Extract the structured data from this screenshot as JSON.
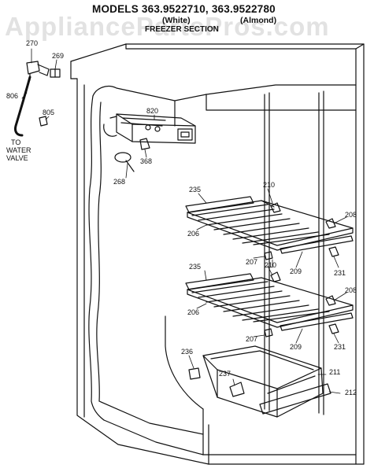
{
  "header": {
    "models": "MODELS 363.9522710, 363.9522780",
    "white": "(White)",
    "almond": "(Almond)",
    "section": "FREEZER SECTION"
  },
  "watermark": "AppliancePartsPros.com",
  "callouts": {
    "p270": "270",
    "p269": "269",
    "p806": "806",
    "p805": "805",
    "to": "TO",
    "water": "WATER",
    "valve": "VALVE",
    "p820": "820",
    "p368": "368",
    "p268": "268",
    "p235a": "235",
    "p210a": "210",
    "p208a": "208",
    "p206a": "206",
    "p207a": "207",
    "p209a": "209",
    "p231a": "231",
    "p235b": "235",
    "p210b": "210",
    "p208b": "208",
    "p206b": "206",
    "p207b": "207",
    "p209b": "209",
    "p231b": "231",
    "p236": "236",
    "p237": "237",
    "p211": "211",
    "p212": "212"
  }
}
